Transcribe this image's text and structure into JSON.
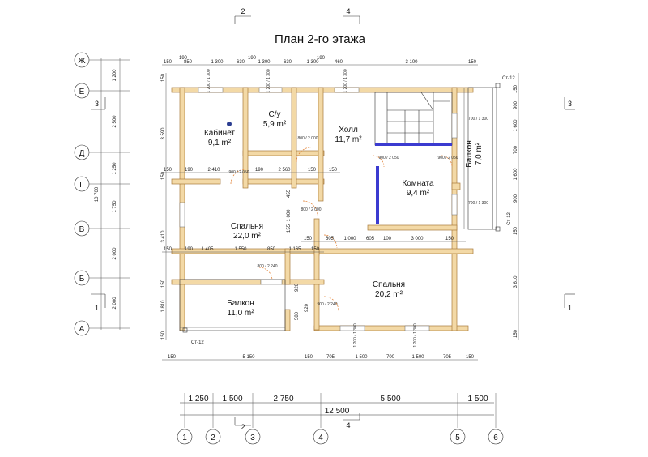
{
  "title": "План 2-го этажа",
  "rooms": [
    {
      "name": "Кабинет",
      "area": "9,1 m²"
    },
    {
      "name": "С/у",
      "area": "5,9 m²"
    },
    {
      "name": "Холл",
      "area": "11,7 m²"
    },
    {
      "name": "Комната",
      "area": "9,4 m²"
    },
    {
      "name": "Балкон",
      "area": "7,0 m²"
    },
    {
      "name": "Спальня",
      "area": "22,0 m²"
    },
    {
      "name": "Спальня",
      "area": "20,2 m²"
    },
    {
      "name": "Балкон",
      "area": "11,0 m²"
    }
  ],
  "axes_row": [
    "Ж",
    "Е",
    "Д",
    "Г",
    "В",
    "Б",
    "А"
  ],
  "axes_col": [
    "1",
    "2",
    "3",
    "4",
    "5",
    "6"
  ],
  "row_dims": [
    "1 200",
    "2 500",
    "1 250",
    "1 750",
    "2 000",
    "2 000"
  ],
  "row_total": "10 700",
  "bottom_dims": [
    "1 250",
    "1 500",
    "2 750",
    "5 500",
    "1 500"
  ],
  "bottom_total": "12 500",
  "sections": [
    "2",
    "4",
    "3",
    "1"
  ],
  "top_dims": [
    "150",
    "850",
    "1 300",
    "630",
    "1 300",
    "630",
    "1 300",
    "460",
    "3 100",
    "150"
  ],
  "bottom_row_dims": [
    "150",
    "5 150",
    "150",
    "705",
    "1 500",
    "700",
    "1 500",
    "705",
    "150"
  ],
  "top_small": [
    "190",
    "190",
    "190"
  ],
  "mid_dims_1": [
    "150",
    "190",
    "2 410",
    "190",
    "2 560",
    "150",
    "150"
  ],
  "mid_dims_2": [
    "150",
    "190",
    "1 405",
    "1 550",
    "850",
    "1 165",
    "150"
  ],
  "mid_dims_3": [
    "150",
    "605",
    "1 000",
    "605",
    "100",
    "3 000",
    "150"
  ],
  "left_dims": [
    "150",
    "3 590",
    "150",
    "3 410",
    "150",
    "1 810",
    "150"
  ],
  "right_dims": [
    "150",
    "900",
    "1 600",
    "700",
    "1 600",
    "900",
    "150",
    "3 610",
    "150"
  ],
  "inner_v": [
    "455",
    "1 000",
    "155",
    "920",
    "580",
    "920"
  ],
  "door_labels": [
    "900 / 2 050",
    "900 / 2 050",
    "800 / 2 000",
    "900 / 2 050",
    "800 / 2 000",
    "900 / 2 240",
    "800 / 2 240"
  ],
  "window_labels": [
    "1 200 / 1 300",
    "1 200 / 1 300",
    "1 200 / 1 300",
    "700 / 1 300",
    "700 / 1 300",
    "1 200 / 1 300",
    "1 200 / 1 300"
  ],
  "column_labels": [
    "Ст-12",
    "Ст-12",
    "Ст-12"
  ]
}
